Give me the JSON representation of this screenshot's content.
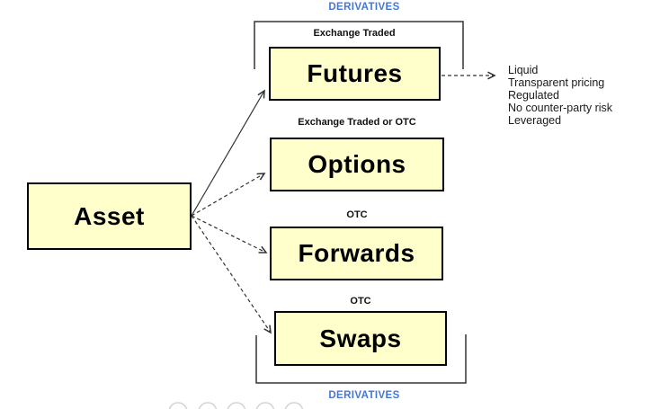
{
  "diagram": {
    "top_group_label": "DERIVATIVES",
    "bottom_group_label": "DERIVATIVES",
    "asset": {
      "label": "Asset"
    },
    "instruments": [
      {
        "label": "Futures",
        "venue": "Exchange Traded"
      },
      {
        "label": "Options",
        "venue": "Exchange Traded or OTC"
      },
      {
        "label": "Forwards",
        "venue": "OTC"
      },
      {
        "label": "Swaps",
        "venue": "OTC"
      }
    ],
    "futures_features": [
      "Liquid",
      "Transparent pricing",
      "Regulated",
      "No counter-party risk",
      "Leveraged"
    ],
    "colors": {
      "box_fill": "#ffffcc",
      "box_border": "#000000",
      "group_label_blue": "#4677d6",
      "line_color": "#333333"
    }
  }
}
